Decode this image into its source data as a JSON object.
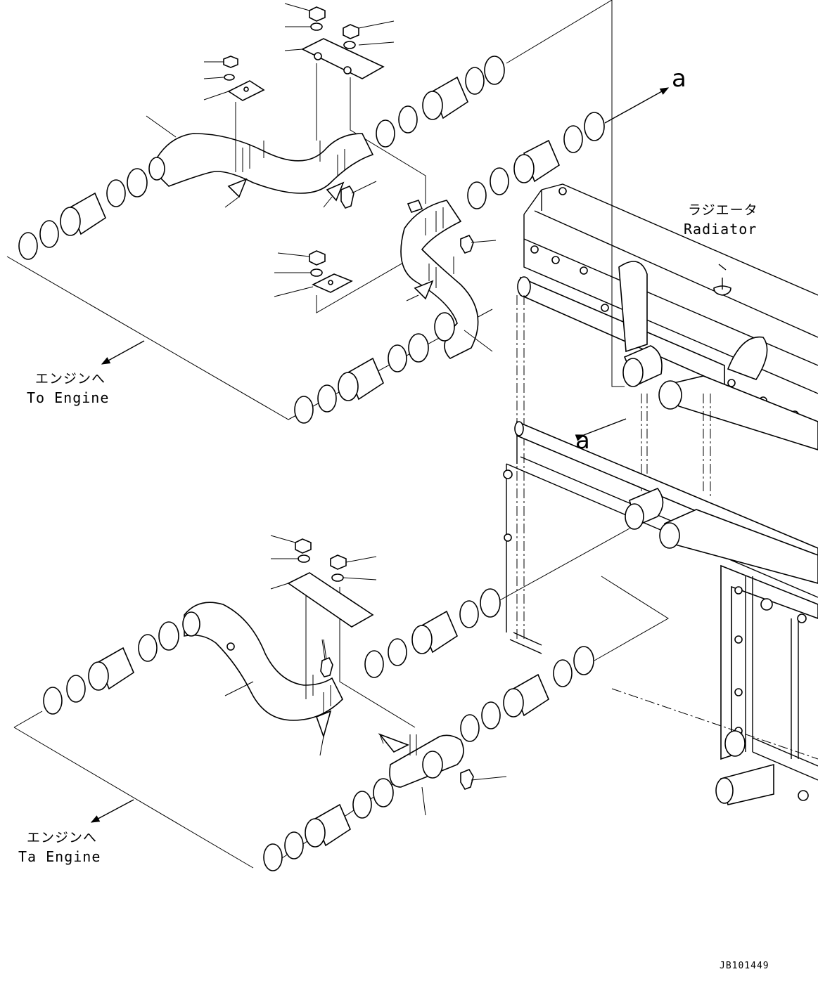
{
  "labels": {
    "radiator_ja": "ラジエータ",
    "radiator_en": "Radiator",
    "engine_top_ja": "エンジンへ",
    "engine_top_en": "To Engine",
    "engine_bottom_ja": "エンジンへ",
    "engine_bottom_en": "Ta Engine",
    "view_mark_top": "a",
    "view_mark_mid": "a",
    "drawing_code": "JB101449"
  }
}
